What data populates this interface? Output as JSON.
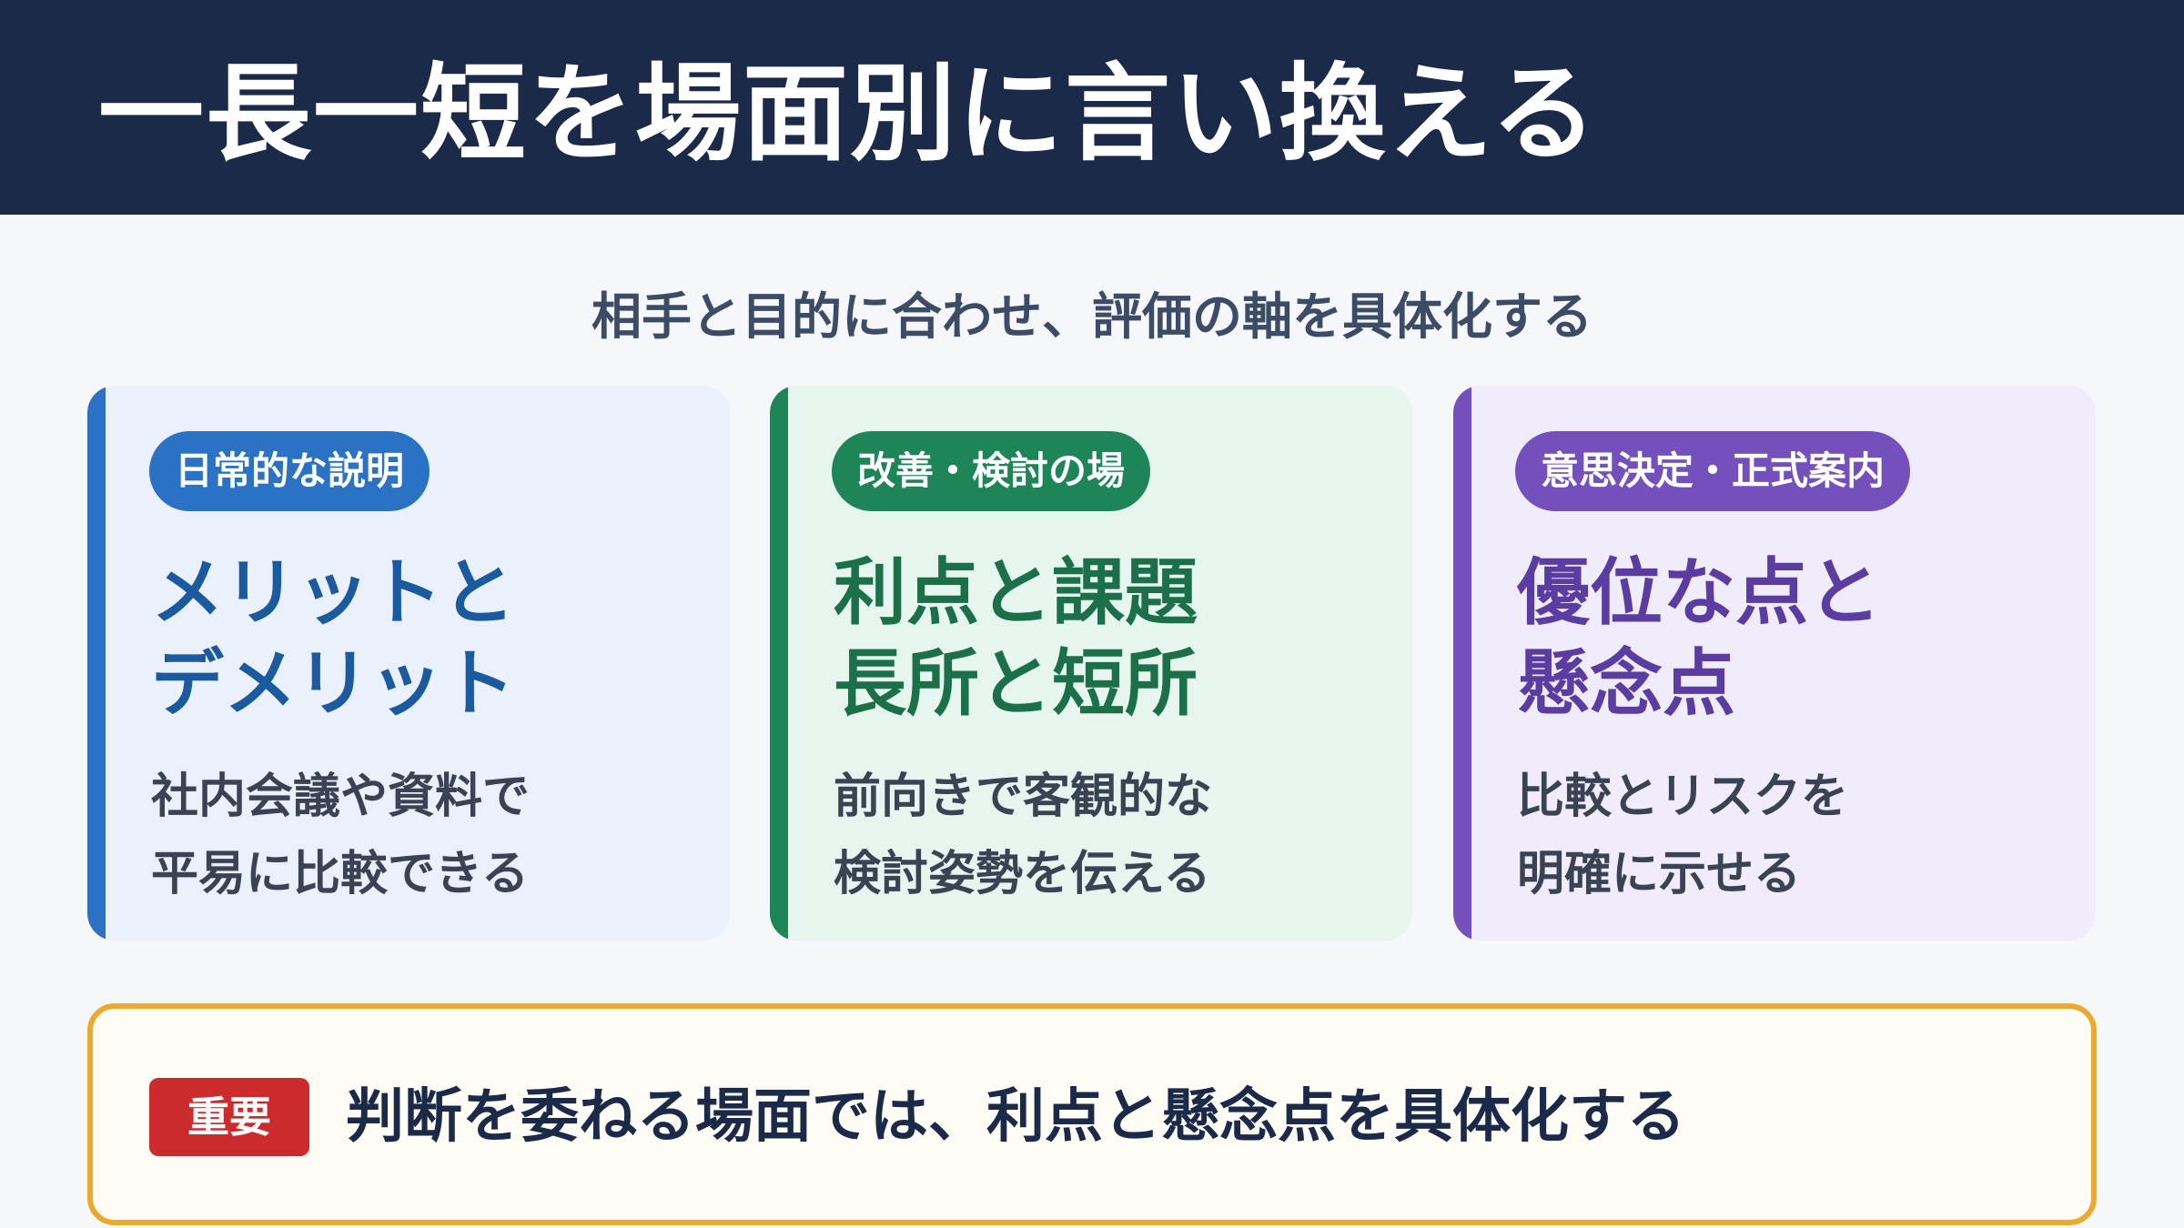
{
  "header": {
    "title": "一長一短を場面別に言い換える"
  },
  "subtitle": "相手と目的に合わせ、評価の軸を具体化する",
  "cards": [
    {
      "badge": "日常的な説明",
      "heading_lines": [
        "メリットと",
        "デメリット"
      ],
      "desc_lines": [
        "社内会議や資料で",
        "平易に比較できる"
      ],
      "accent_color": "#2B72C4"
    },
    {
      "badge": "改善・検討の場",
      "heading_lines": [
        "利点と課題",
        "長所と短所"
      ],
      "desc_lines": [
        "前向きで客観的な",
        "検討姿勢を伝える"
      ],
      "accent_color": "#1E8559"
    },
    {
      "badge": "意思決定・正式案内",
      "heading_lines": [
        "優位な点と",
        "懸念点"
      ],
      "desc_lines": [
        "比較とリスクを",
        "明確に示せる"
      ],
      "accent_color": "#7350BC"
    }
  ],
  "note": {
    "tag": "重要",
    "text": "判断を委ねる場面では、利点と懸念点を具体化する",
    "tag_color": "#CC2B2E",
    "border_color": "#EBA92E"
  },
  "colors": {
    "header_bg": "#1C2A4A",
    "page_bg": "#F5F7FB"
  }
}
